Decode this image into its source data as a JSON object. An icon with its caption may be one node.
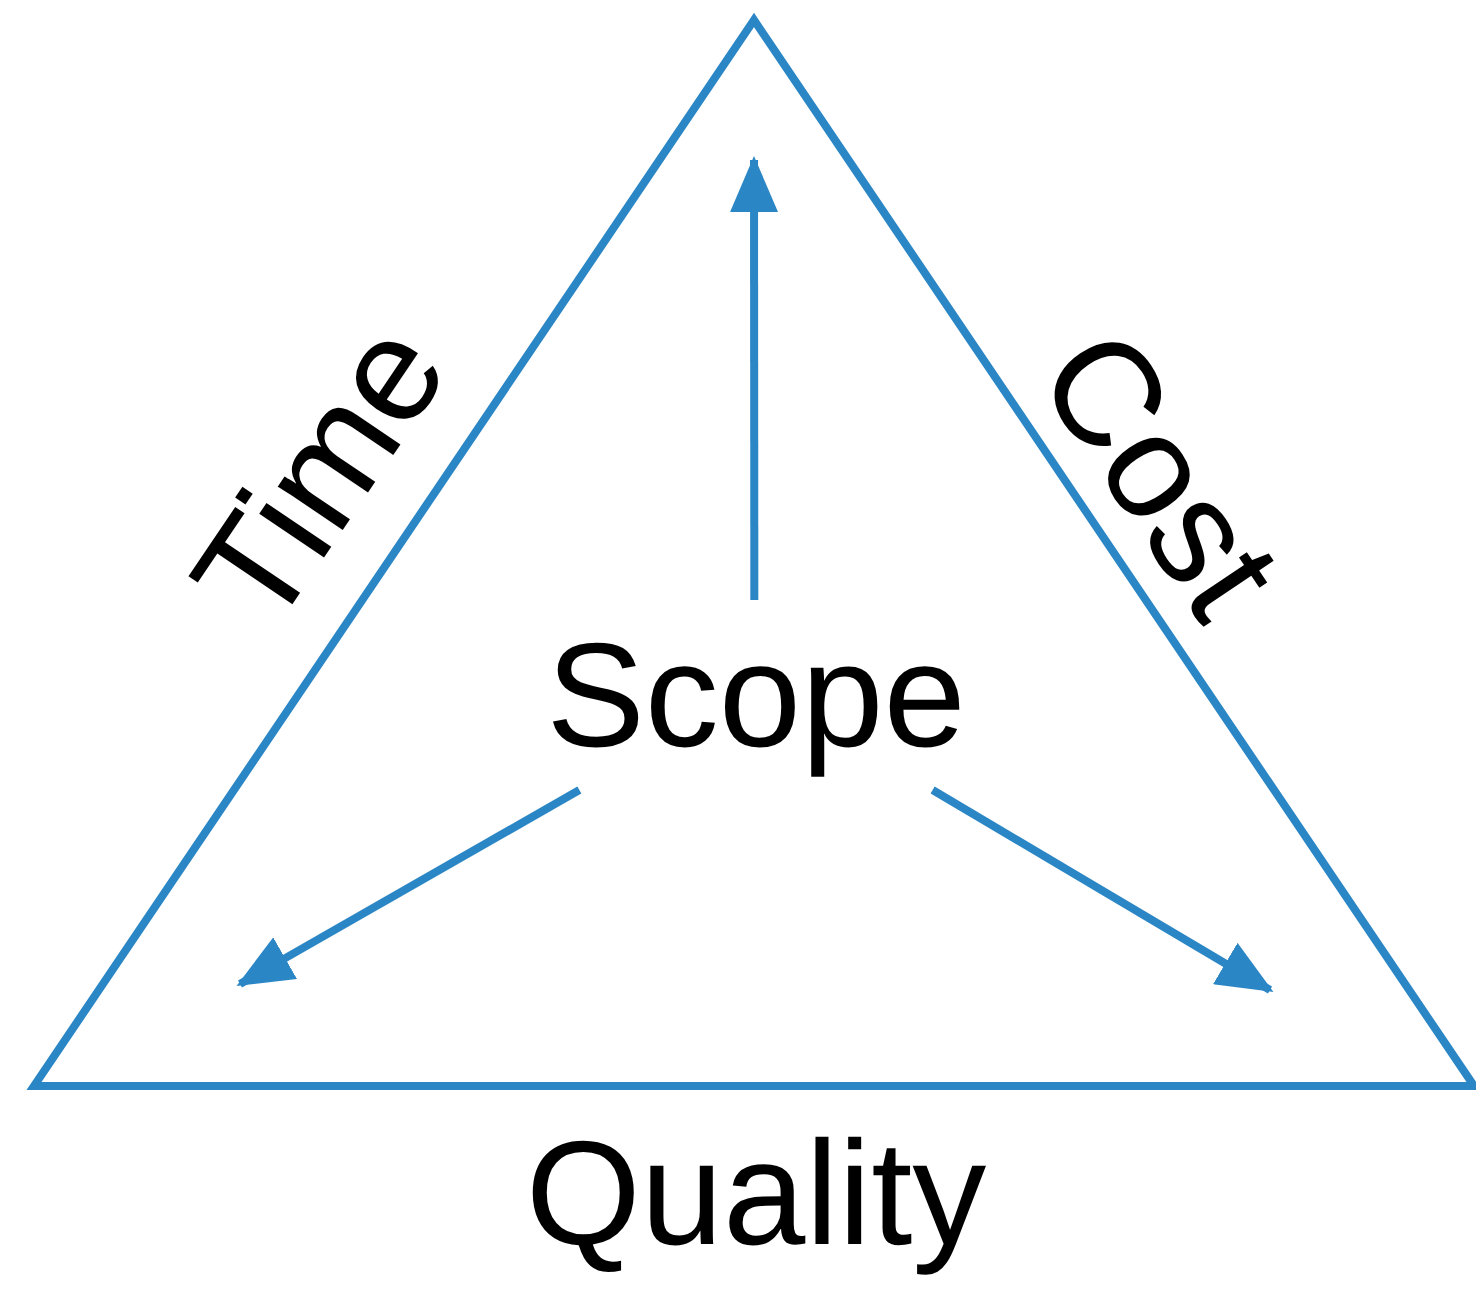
{
  "diagram": {
    "nodes": [
      {
        "text": [],
        "shape": "triangle"
      },
      {
        "text": [
          "Scope"
        ],
        "in": 0
      }
    ],
    "edges": [
      {
        "from": 1,
        "to": null,
        "arrow": "to"
      },
      {
        "from": 1,
        "to": null,
        "arrow": "to"
      },
      {
        "from": 1,
        "to": null,
        "arrow": "to"
      }
    ],
    "labels": [
      "Time",
      "Cost",
      "Quality"
    ]
  }
}
